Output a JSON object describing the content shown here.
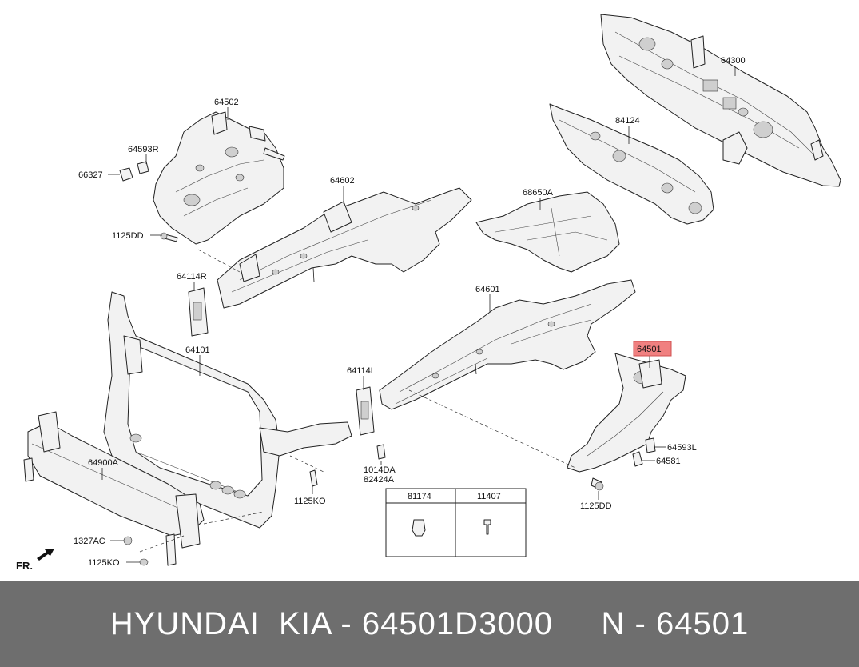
{
  "callouts": {
    "c64300": "64300",
    "c84124": "84124",
    "c64502": "64502",
    "c64593R": "64593R",
    "c66327": "66327",
    "c1125DD_top": "1125DD",
    "c64602": "64602",
    "c68650A": "68650A",
    "c64114R": "64114R",
    "c64601": "64601",
    "c64101": "64101",
    "c64501": "64501",
    "c64114L": "64114L",
    "c64593L": "64593L",
    "c64581": "64581",
    "c64900A": "64900A",
    "c1014DA": "1014DA",
    "c82424A": "82424A",
    "c1125KO_mid": "1125KO",
    "c1125DD_bottom": "1125DD",
    "c1327AC": "1327AC",
    "c1125KO_bottom": "1125KO",
    "fr": "FR."
  },
  "highlight_color": "#f08080",
  "parts_table": {
    "col1_header": "81174",
    "col2_header": "11407"
  },
  "footer": {
    "text": "HYUNDAI  KIA - 64501D3000     N - 64501"
  }
}
